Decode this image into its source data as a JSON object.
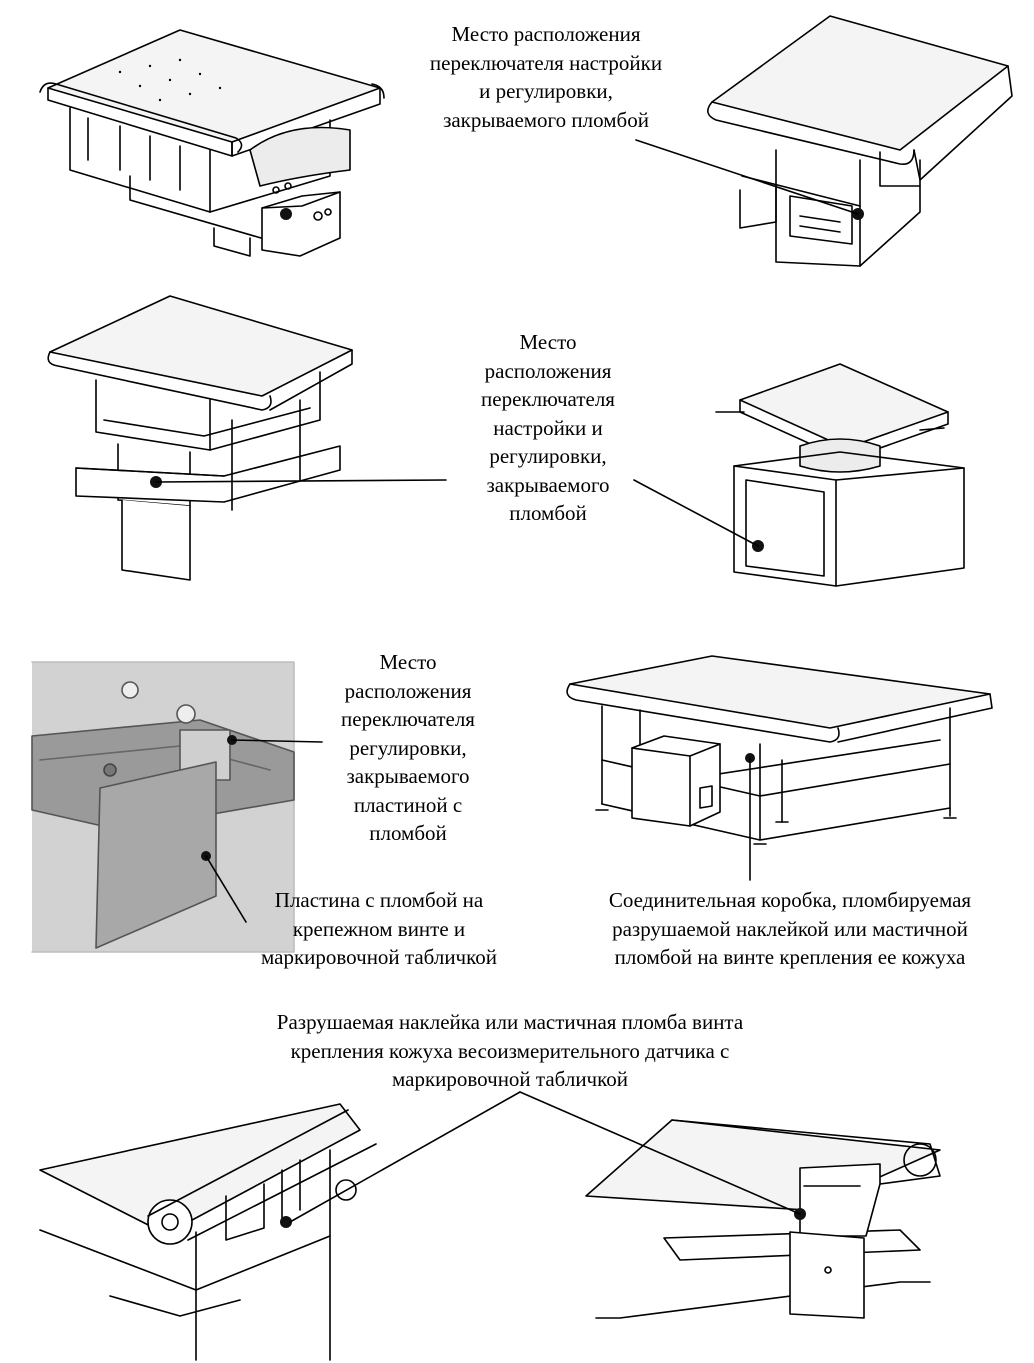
{
  "colors": {
    "ink": "#000000",
    "background": "#ffffff",
    "photo_gray": "#c8c8c8",
    "plate_gray": "#a8a8a8",
    "machine_gray": "#dcdcdc",
    "seal_black": "#111111"
  },
  "captions": {
    "c1": "Место расположения\nпереключателя настройки\nи регулировки,\nзакрываемого пломбой",
    "c2": "Место\nрасположения\nпереключателя\nнастройки и\nрегулировки,\nзакрываемого\nпломбой",
    "c3": "Место\nрасположения\nпереключателя\nрегулировки,\nзакрываемого\nпластиной с\nпломбой",
    "c4": "Пластина с пломбой на\nкрепежном винте и\nмаркировочной табличкой",
    "c5": "Соединительная коробка, пломбируемая\nразрушаемой наклейкой или мастичной\nпломбой на винте крепления ее кожуха",
    "c6": "Разрушаемая наклейка или мастичная пломба винта\nкрепления кожуха весоизмерительного датчика с\nмаркировочной табличкой"
  }
}
